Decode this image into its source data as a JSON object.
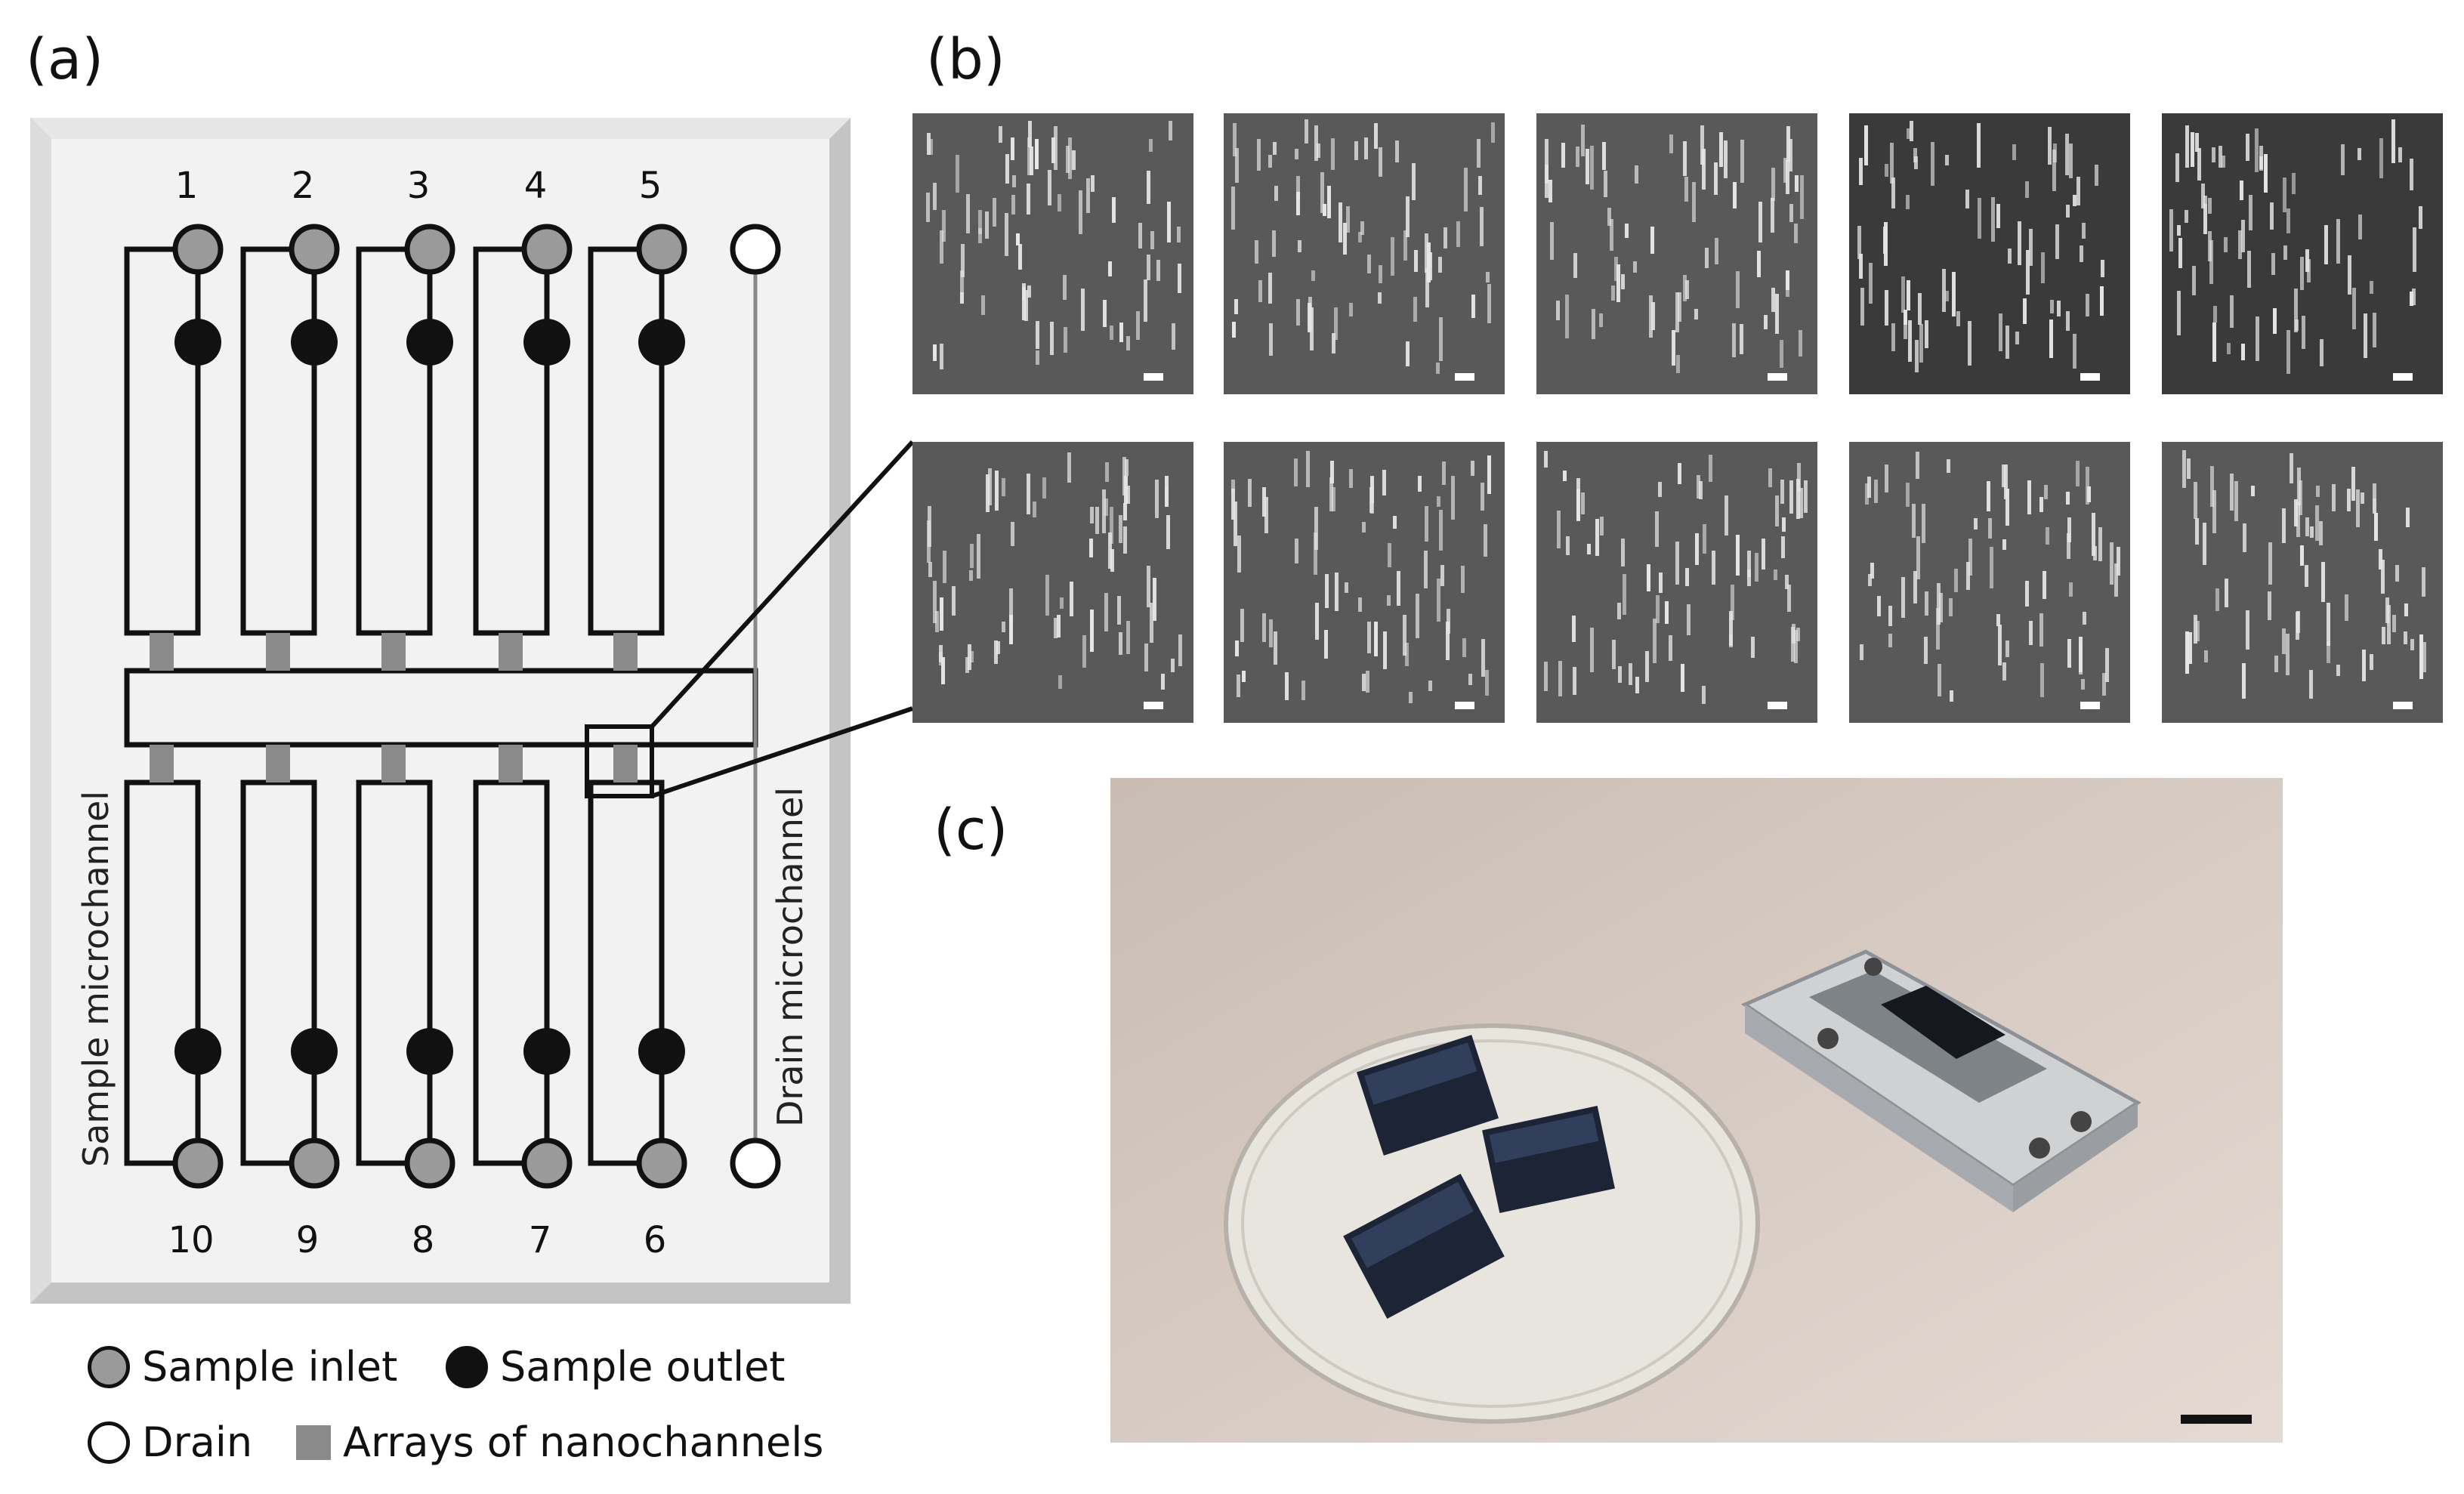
{
  "panels": {
    "a": "(a)",
    "b": "(b)",
    "c": "(c)"
  },
  "chip": {
    "top_numbers": [
      "1",
      "2",
      "3",
      "4",
      "5"
    ],
    "bottom_numbers": [
      "10",
      "9",
      "8",
      "7",
      "6"
    ],
    "left_label": "Sample microchannel",
    "right_label": "Drain microchannel"
  },
  "legend": {
    "sample_inlet": "Sample inlet",
    "sample_outlet": "Sample outlet",
    "drain": "Drain",
    "nanochannels": "Arrays of nanochannels"
  },
  "colors": {
    "inlet": "#9a9a9a",
    "outlet": "#111111",
    "drain": "#ffffff",
    "nanochannel": "#8a8a8a",
    "chip_face": "#f2f2f2",
    "chip_bevel": "#c4c4c4"
  },
  "micrographs": {
    "rows": 2,
    "columns": 5
  }
}
